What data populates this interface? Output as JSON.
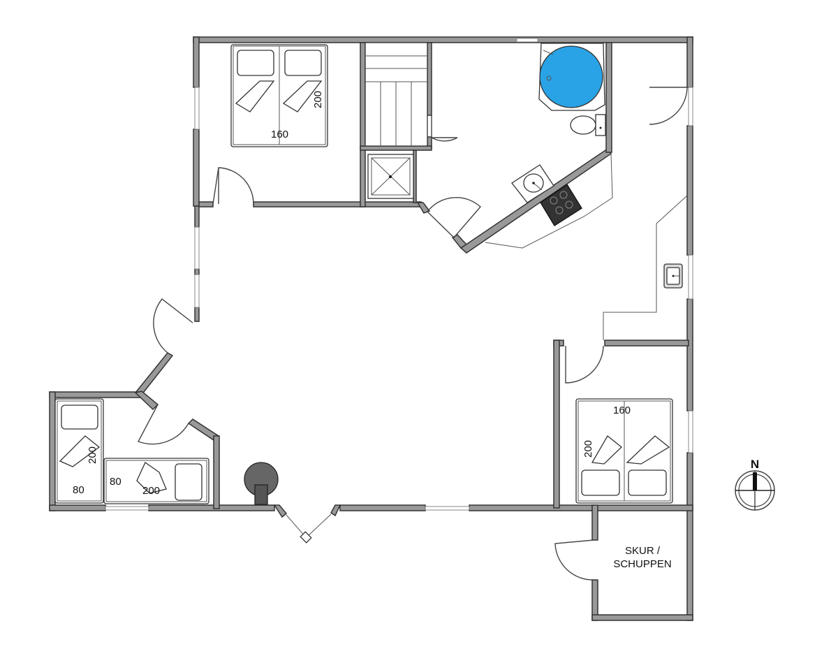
{
  "floorplan": {
    "bed_top_width": "160",
    "bed_top_length": "200",
    "bed_right_width": "160",
    "bed_right_length": "200",
    "bed_left_single_a_width": "80",
    "bed_left_single_a_length": "200",
    "bed_left_single_b_width": "80",
    "bed_left_single_b_length": "200",
    "shed_label_line1": "SKUR /",
    "shed_label_line2": "SCHUPPEN",
    "compass_label": "N"
  },
  "colors": {
    "wall": "#999999",
    "bathtub_water": "#29a3e6",
    "stove": "#333333",
    "fireplace": "#666666"
  },
  "icons": [
    "bathtub-icon",
    "toilet-icon",
    "washbasin-icon",
    "stove-icon",
    "shower-icon",
    "sink-icon",
    "fireplace-icon",
    "compass-icon"
  ]
}
